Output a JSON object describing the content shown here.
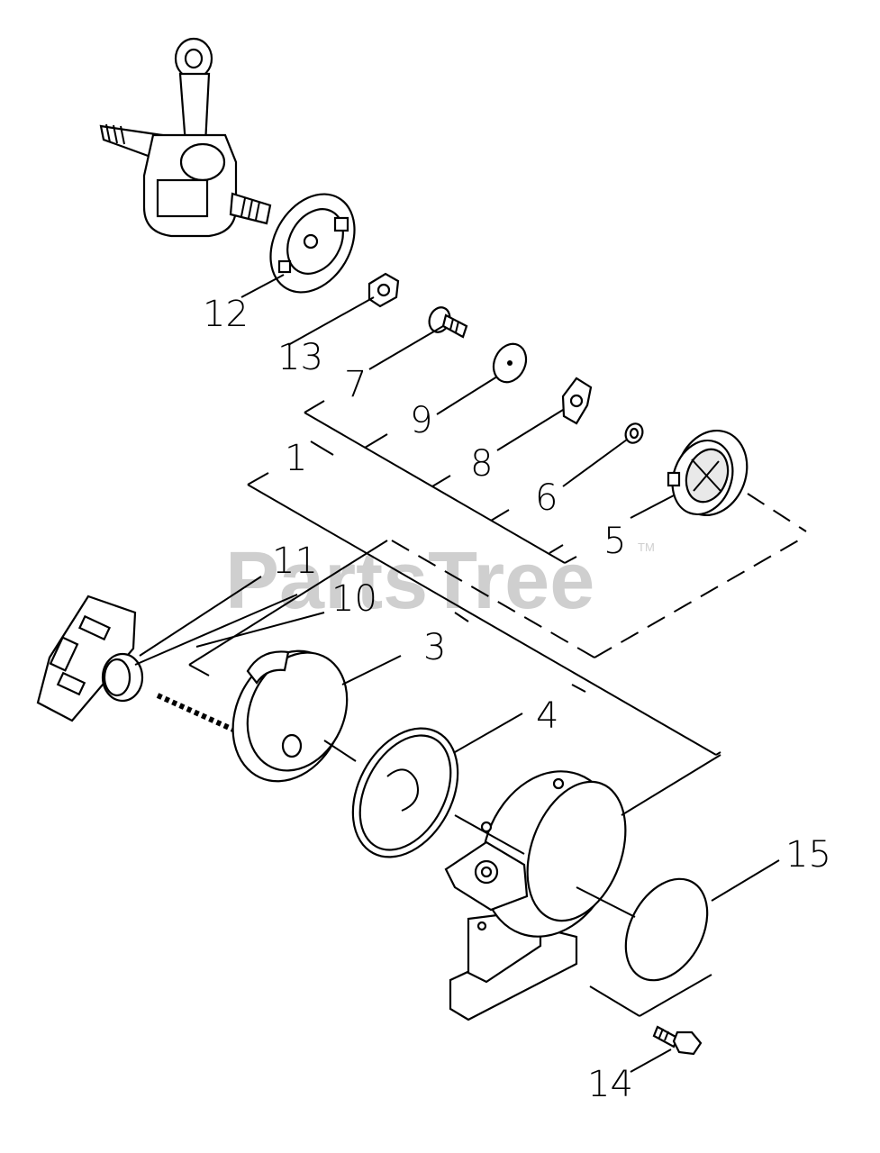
{
  "watermark": {
    "brand": "PartsTree",
    "trademark": "TM"
  },
  "callouts": {
    "n1": "1",
    "n3": "3",
    "n4": "4",
    "n5": "5",
    "n6": "6",
    "n7": "7",
    "n8": "8",
    "n9": "9",
    "n10": "10",
    "n11": "11",
    "n12": "12",
    "n13": "13",
    "n14": "14",
    "n15": "15"
  }
}
